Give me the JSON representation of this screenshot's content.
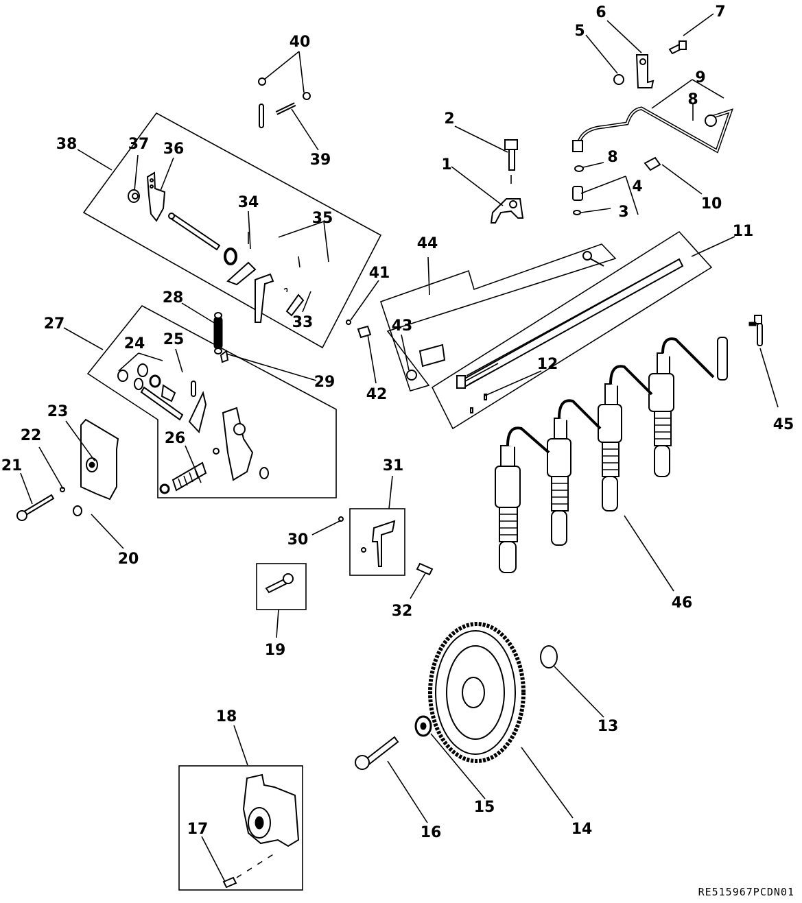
{
  "diagram": {
    "type": "exploded-parts-diagram",
    "reference_code": "RE515967PCDN01",
    "callouts": [
      {
        "id": "1",
        "label": "1"
      },
      {
        "id": "2",
        "label": "2"
      },
      {
        "id": "3",
        "label": "3"
      },
      {
        "id": "4",
        "label": "4"
      },
      {
        "id": "5",
        "label": "5"
      },
      {
        "id": "6",
        "label": "6"
      },
      {
        "id": "7",
        "label": "7"
      },
      {
        "id": "8a",
        "label": "8"
      },
      {
        "id": "8b",
        "label": "8"
      },
      {
        "id": "9",
        "label": "9"
      },
      {
        "id": "10",
        "label": "10"
      },
      {
        "id": "11",
        "label": "11"
      },
      {
        "id": "12",
        "label": "12"
      },
      {
        "id": "13",
        "label": "13"
      },
      {
        "id": "14",
        "label": "14"
      },
      {
        "id": "15",
        "label": "15"
      },
      {
        "id": "16",
        "label": "16"
      },
      {
        "id": "17",
        "label": "17"
      },
      {
        "id": "18",
        "label": "18"
      },
      {
        "id": "19",
        "label": "19"
      },
      {
        "id": "20",
        "label": "20"
      },
      {
        "id": "21",
        "label": "21"
      },
      {
        "id": "22",
        "label": "22"
      },
      {
        "id": "23",
        "label": "23"
      },
      {
        "id": "24",
        "label": "24"
      },
      {
        "id": "25",
        "label": "25"
      },
      {
        "id": "26",
        "label": "26"
      },
      {
        "id": "27",
        "label": "27"
      },
      {
        "id": "28",
        "label": "28"
      },
      {
        "id": "29",
        "label": "29"
      },
      {
        "id": "30",
        "label": "30"
      },
      {
        "id": "31",
        "label": "31"
      },
      {
        "id": "32",
        "label": "32"
      },
      {
        "id": "33",
        "label": "33"
      },
      {
        "id": "34",
        "label": "34"
      },
      {
        "id": "35",
        "label": "35"
      },
      {
        "id": "36",
        "label": "36"
      },
      {
        "id": "37",
        "label": "37"
      },
      {
        "id": "38",
        "label": "38"
      },
      {
        "id": "39",
        "label": "39"
      },
      {
        "id": "40",
        "label": "40"
      },
      {
        "id": "41",
        "label": "41"
      },
      {
        "id": "42",
        "label": "42"
      },
      {
        "id": "43",
        "label": "43"
      },
      {
        "id": "44",
        "label": "44"
      },
      {
        "id": "45",
        "label": "45"
      },
      {
        "id": "46",
        "label": "46"
      }
    ]
  }
}
